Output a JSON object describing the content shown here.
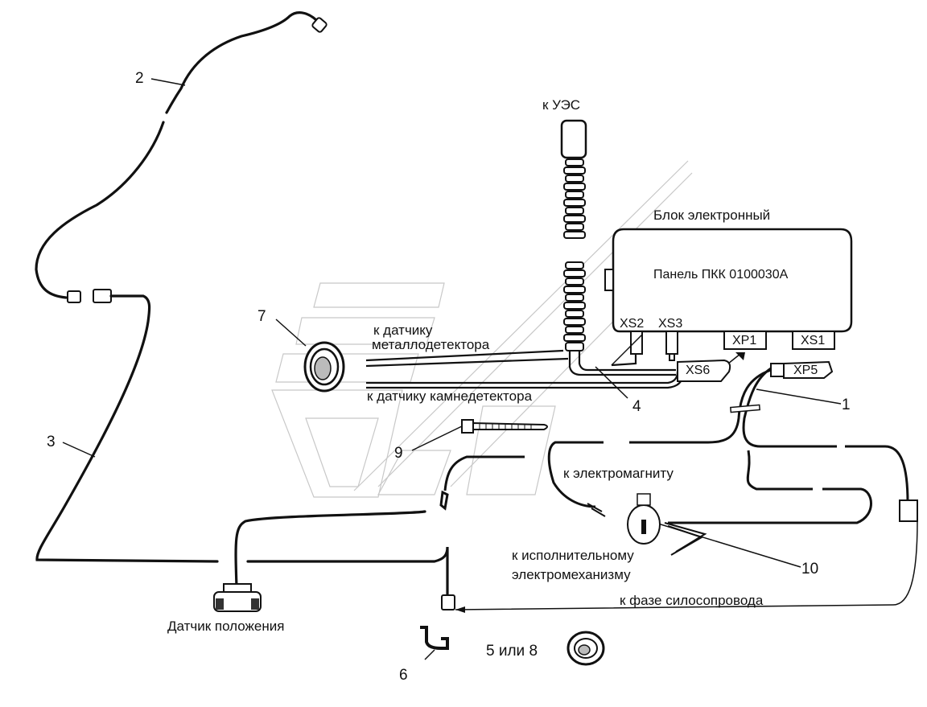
{
  "labels": {
    "to_ues": "к УЭС",
    "electronic_block": "Блок электронный",
    "panel": "Панель ПКК 0100030А",
    "to_metal_detector_1": "к датчику",
    "to_metal_detector_2": "металлодетектора",
    "to_stone_detector": "к датчику камнедетектора",
    "to_electromagnet": "к электромагниту",
    "to_actuator_1": "к исполнительному",
    "to_actuator_2": "электромеханизму",
    "to_silo_phase": "к фазе силосопровода",
    "position_sensor": "Датчик положения",
    "item_5_or_8": "5 или 8"
  },
  "connectors": {
    "xs2": "XS2",
    "xs3": "XS3",
    "xp1": "XP1",
    "xs1": "XS1",
    "xs6": "XS6",
    "xp5": "XP5"
  },
  "callouts": {
    "n1": "1",
    "n2": "2",
    "n3": "3",
    "n4": "4",
    "n6": "6",
    "n7": "7",
    "n9": "9",
    "n10": "10"
  }
}
